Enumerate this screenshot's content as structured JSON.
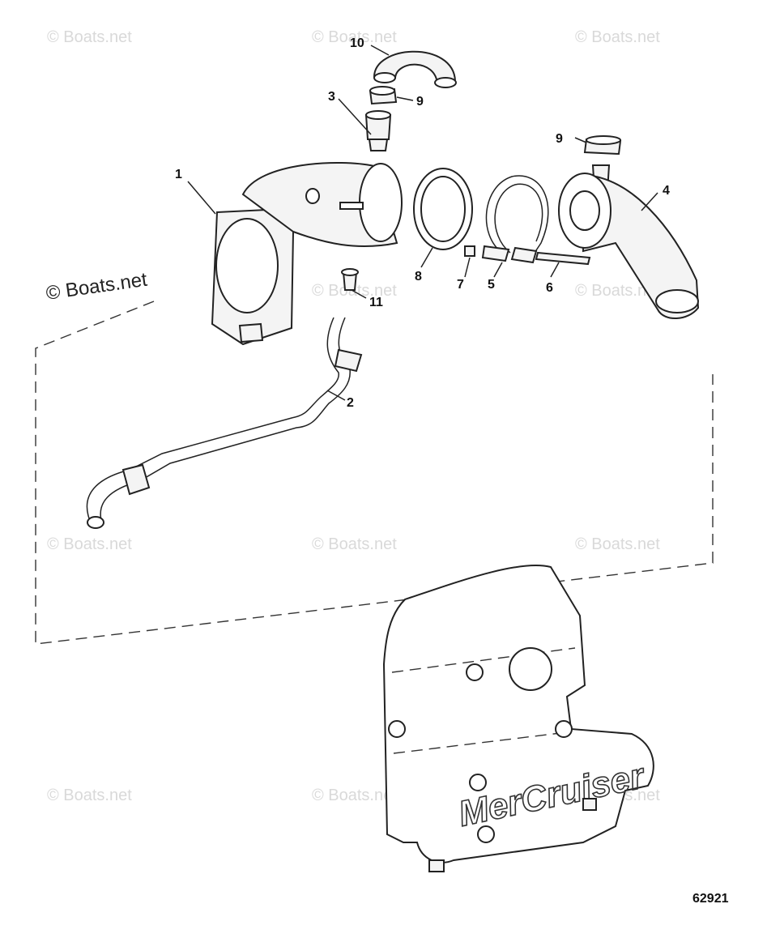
{
  "watermark": "© Boats.net",
  "reference_number": "62921",
  "brand_text": "MerCruiser",
  "callouts": [
    "1",
    "2",
    "3",
    "4",
    "5",
    "6",
    "7",
    "8",
    "9",
    "9",
    "10",
    "11"
  ]
}
